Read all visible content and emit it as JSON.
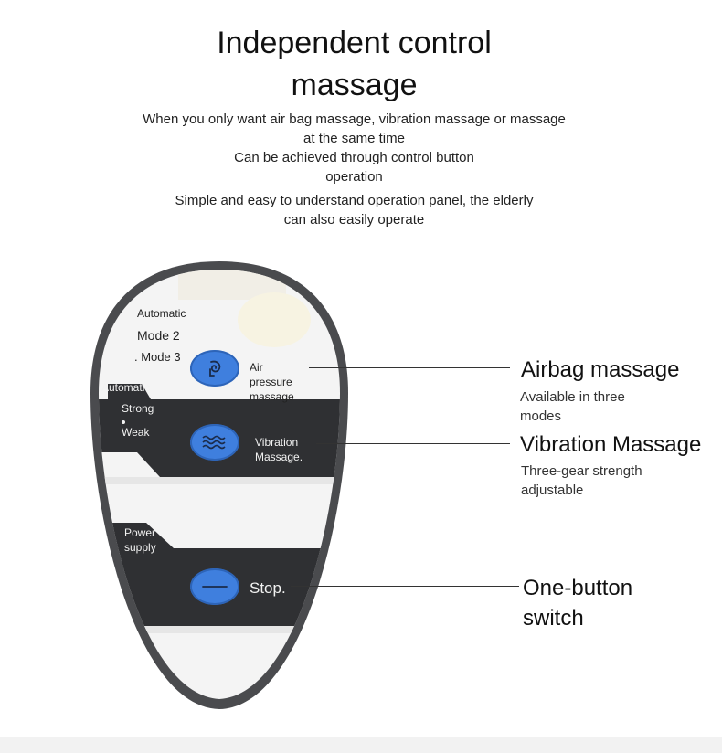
{
  "header": {
    "title_line1": "Independent control",
    "title_line2": "massage",
    "desc_line1": "When you only want air bag massage, vibration massage or massage",
    "desc_line2": "at the same time",
    "desc_line3": "Can be achieved through control button",
    "desc_line4": "operation",
    "desc_line5": "Simple and easy to understand operation panel, the elderly",
    "desc_line6": "can also easily operate"
  },
  "remote": {
    "mode_label": "Automatic",
    "mode2": "Mode 2",
    "mode3": ". Mode 3",
    "airbag_button_label_1": "Air",
    "airbag_button_label_2": "pressure",
    "airbag_button_label_3": "massage",
    "strength_label": "Automatic",
    "strong": "Strong",
    "weak": "Weak",
    "vibration_button_label_1": "Vibration",
    "vibration_button_label_2": "Massage.",
    "power_label_1": "Power",
    "power_label_2": "supply",
    "stop_button_label": "Stop.",
    "colors": {
      "button": "#3f7fde",
      "panel_dark": "#2f3033",
      "shell": "#4a4b4e"
    }
  },
  "callouts": {
    "airbag_title": "Airbag massage",
    "airbag_sub_1": "Available in three",
    "airbag_sub_2": "modes",
    "vibration_title": "Vibration Massage",
    "vibration_sub_1": "Three-gear strength",
    "vibration_sub_2": "adjustable",
    "switch_title_1": "One-button",
    "switch_title_2": "switch"
  },
  "icons": {
    "airbag": "airbag-swirl-icon",
    "vibration": "wave-lines-icon",
    "stop": "dash-icon"
  }
}
